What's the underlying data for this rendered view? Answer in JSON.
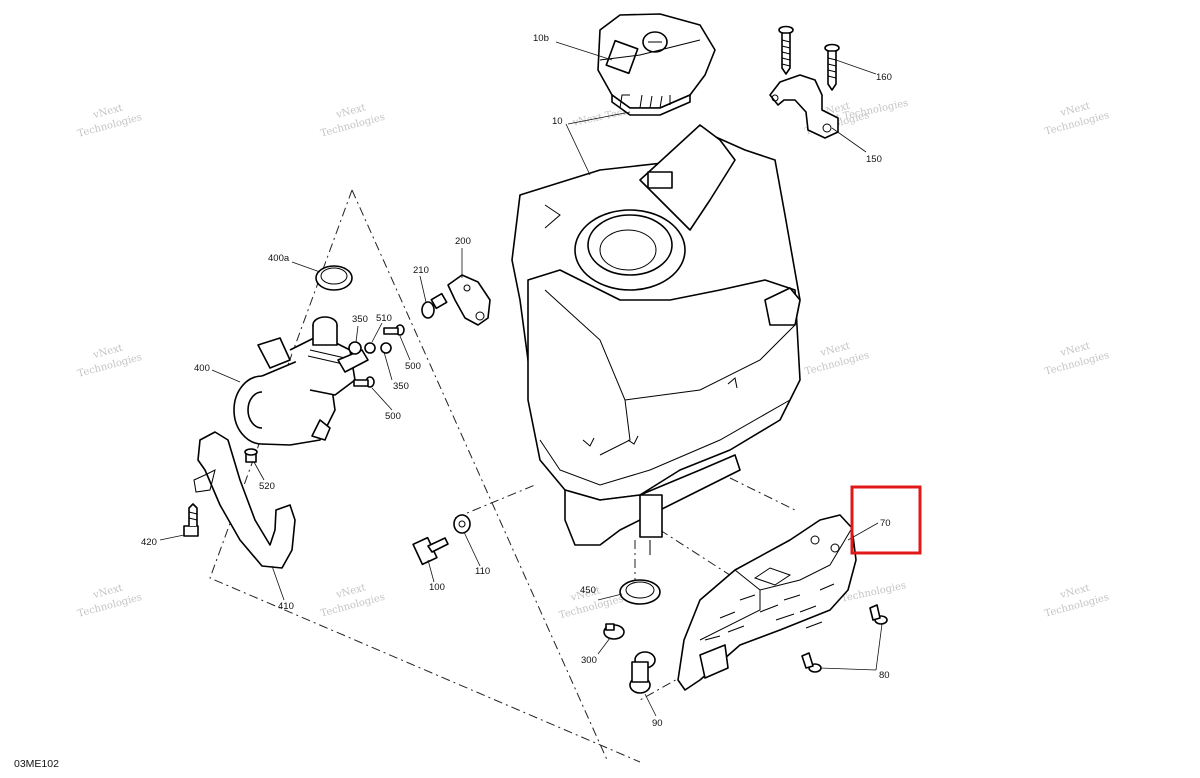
{
  "diagram": {
    "reference_code": "03ME102",
    "watermark_line1": "vNext",
    "watermark_line2": "Technologies",
    "watermark_inline": "vNext Technologies",
    "highlight_color": "#e01818",
    "callouts": {
      "p10b": "10b",
      "p10": "10",
      "p160": "160",
      "p150": "150",
      "p200": "200",
      "p210": "210",
      "p400a": "400a",
      "p350a": "350",
      "p510": "510",
      "p350b": "350",
      "p500a": "500",
      "p400": "400",
      "p500b": "500",
      "p520": "520",
      "p420": "420",
      "p410": "410",
      "p100": "100",
      "p110": "110",
      "p70": "70",
      "p450": "450",
      "p300": "300",
      "p80": "80",
      "p90": "90"
    }
  }
}
